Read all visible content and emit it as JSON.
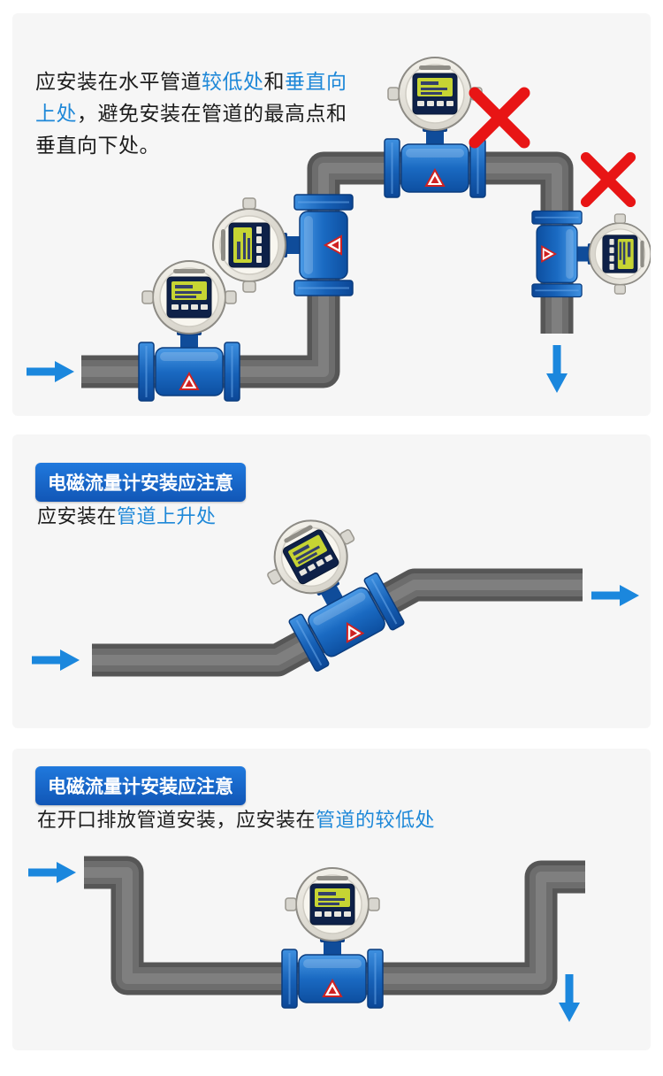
{
  "colors": {
    "accent_blue": "#1e88d8",
    "badge_blue_top": "#2079dd",
    "badge_blue_bottom": "#1156b6",
    "pipe_gray": "#666666",
    "error_red": "#e81515",
    "meter_blue": "#1a6ac2",
    "panel_bg": "#f6f6f6",
    "lcd_yellow": "#c6d433"
  },
  "icons": {
    "flowmeter": "electromagnetic-flowmeter-icon",
    "arrow": "flow-direction-arrow-icon",
    "x_mark": "wrong-installation-x-icon"
  },
  "panel1": {
    "description_segments": [
      {
        "text": "应安装在水平管道",
        "highlight": false
      },
      {
        "text": "较低处",
        "highlight": true
      },
      {
        "text": "和",
        "highlight": false
      },
      {
        "text": "垂直向上处",
        "highlight": true
      },
      {
        "text": "，避免安装在管道的最高点和垂直向下处。",
        "highlight": false
      }
    ]
  },
  "panel2": {
    "badge_label": "电磁流量计安装应注意",
    "sentence_segments": [
      {
        "text": "应安装在",
        "highlight": false
      },
      {
        "text": "管道上升处",
        "highlight": true
      }
    ]
  },
  "panel3": {
    "badge_label": "电磁流量计安装应注意",
    "sentence_segments": [
      {
        "text": "在开口排放管道安装，应安装在",
        "highlight": false
      },
      {
        "text": "管道的较低处",
        "highlight": true
      }
    ]
  }
}
